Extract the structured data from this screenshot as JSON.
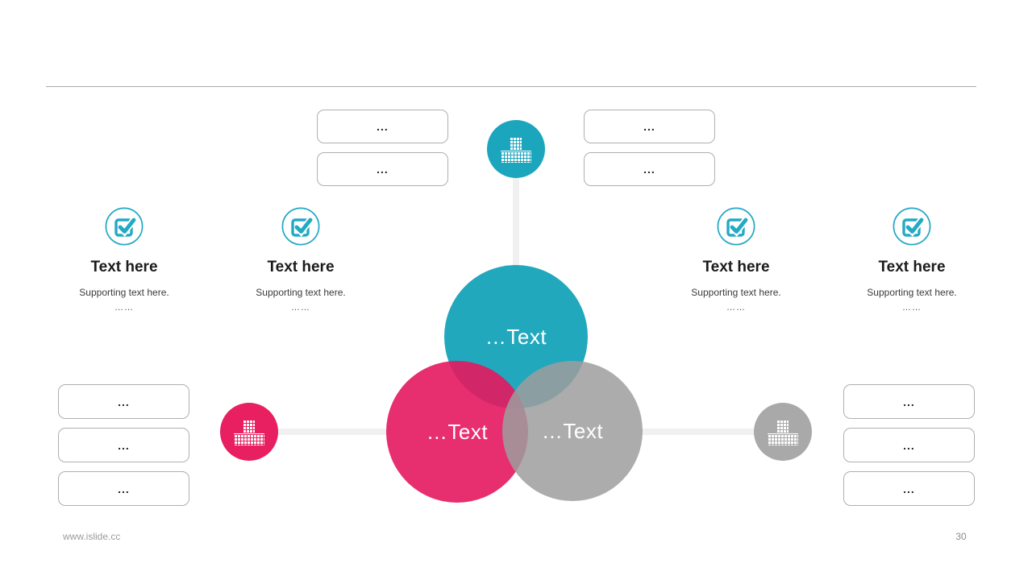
{
  "venn": {
    "top_label": "…Text",
    "left_label": "…Text",
    "right_label": "…Text"
  },
  "callouts": {
    "top_left": [
      "...",
      "..."
    ],
    "top_right": [
      "...",
      "..."
    ],
    "left": [
      "...",
      "...",
      "..."
    ],
    "right": [
      "...",
      "...",
      "..."
    ]
  },
  "features": [
    {
      "title": "Text here",
      "subtitle": "Supporting text here.",
      "more": "……"
    },
    {
      "title": "Text here",
      "subtitle": "Supporting text here.",
      "more": "……"
    },
    {
      "title": "Text here",
      "subtitle": "Supporting text here.",
      "more": "……"
    },
    {
      "title": "Text here",
      "subtitle": "Supporting text here.",
      "more": "……"
    }
  ],
  "footer": {
    "site": "www.islide.cc",
    "page": "30"
  },
  "colors": {
    "teal": "#21A8BD",
    "pink": "#E4175E",
    "gray": "#ABABAB",
    "icon_accent": "#23A9C4",
    "connector": "#F0F0F0",
    "box_border": "#AFAFAF",
    "divider": "#A8A8A8"
  },
  "icons": {
    "feature_icon": "checkbox-checked-icon",
    "badge_icon": "building-icon"
  }
}
